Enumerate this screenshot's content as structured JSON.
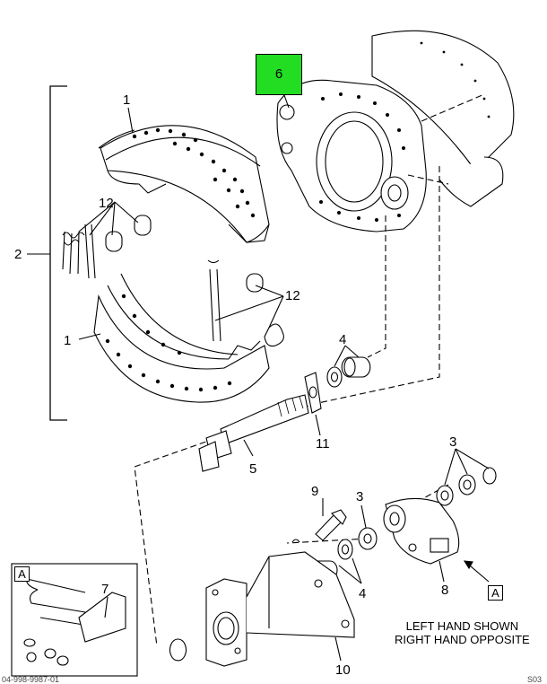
{
  "callouts": {
    "shoe_upper": "1",
    "shoe_lower": "1",
    "shoe_kit": "2",
    "spring_kit_left": "12",
    "spring_kit_right": "12",
    "spider": "6",
    "bushing_upper": "4",
    "bushing_lower": "4",
    "washer_right": "3",
    "washer_mid": "3",
    "bolt": "9",
    "camshaft": "5",
    "seal": "11",
    "slack_adjuster": "8",
    "bracket": "10",
    "u_bolt": "7"
  },
  "view_labels": {
    "detail_box": "A",
    "slack_adjuster_ref": "A"
  },
  "notes": {
    "line1": "LEFT HAND SHOWN",
    "line2": "RIGHT HAND OPPOSITE"
  },
  "footer": {
    "doc_number": "04-998-9987-01",
    "page_ref": "S03"
  },
  "colors": {
    "highlight": "#22dd22"
  }
}
